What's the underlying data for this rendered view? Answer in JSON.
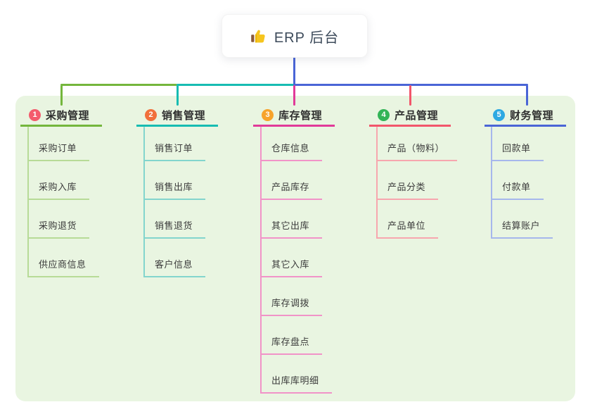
{
  "canvas": {
    "background": "#ffffff",
    "panel_background": "#e9f5e1"
  },
  "root": {
    "label": "ERP 后台",
    "icon": "thumbs-up",
    "stem_color": "#4a65d6"
  },
  "branches": [
    {
      "number": "1",
      "label": "采购管理",
      "colors": {
        "badge": "#f45b6c",
        "line": "#74b63c",
        "child_line": "#b7db97"
      },
      "children": [
        "采购订单",
        "采购入库",
        "采购退货",
        "供应商信息"
      ]
    },
    {
      "number": "2",
      "label": "销售管理",
      "colors": {
        "badge": "#f1703c",
        "line": "#17bcb2",
        "child_line": "#83d5cd"
      },
      "children": [
        "销售订单",
        "销售出库",
        "销售退货",
        "客户信息"
      ]
    },
    {
      "number": "3",
      "label": "库存管理",
      "colors": {
        "badge": "#f7a32b",
        "line": "#e13a99",
        "child_line": "#f193c8"
      },
      "children": [
        "仓库信息",
        "产品库存",
        "其它出库",
        "其它入库",
        "库存调拨",
        "库存盘点",
        "出库库明细"
      ]
    },
    {
      "number": "4",
      "label": "产品管理",
      "colors": {
        "badge": "#33b457",
        "line": "#f2566b",
        "child_line": "#f7a6ae"
      },
      "children": [
        "产品（物料）",
        "产品分类",
        "产品单位"
      ]
    },
    {
      "number": "5",
      "label": "财务管理",
      "colors": {
        "badge": "#2ea9e2",
        "line": "#4a65d6",
        "child_line": "#a6b7ec"
      },
      "children": [
        "回款单",
        "付款单",
        "结算账户"
      ]
    }
  ]
}
